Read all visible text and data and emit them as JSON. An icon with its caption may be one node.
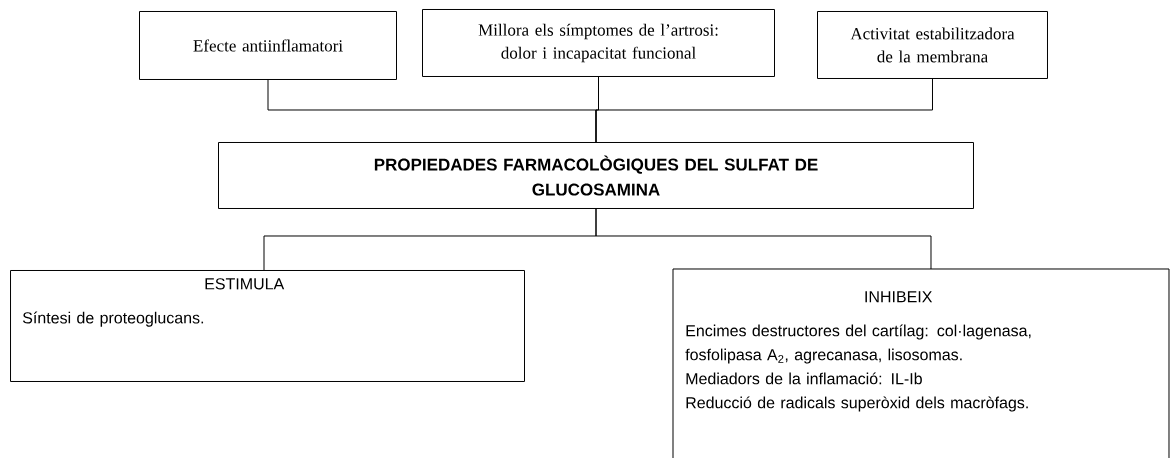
{
  "diagram": {
    "nodes": [
      {
        "text": [
          "Efecte antiinflamatori"
        ]
      },
      {
        "text": [
          "Millora els símptomes de l’artrosi: dolor i incapacitat funcional"
        ]
      },
      {
        "text": [
          "Activitat estabilitzadora de la membrana"
        ]
      },
      {
        "text": [
          "PROPIEDADES FARMACOLÒGIQUES DEL SULFAT DE GLUCOSAMINA"
        ]
      },
      {
        "text": [
          "ESTIMULA",
          "Síntesi de proteoglucans."
        ]
      },
      {
        "text": [
          "INHIBEIX",
          "Encimes destructores del cartílag: col·lagenasa, fosfolipasa A$_{2}$, agrecanasa, lisosomas.",
          "Mediadors de la inflamació: IL-Ib",
          "Reducció de radicals superòxid dels macròfags."
        ]
      }
    ],
    "edges": [
      {
        "from": 0,
        "to": 3,
        "arrow": "none"
      },
      {
        "from": 1,
        "to": 3,
        "arrow": "none"
      },
      {
        "from": 2,
        "to": 3,
        "arrow": "none"
      },
      {
        "from": 3,
        "to": 4,
        "arrow": "none"
      },
      {
        "from": 3,
        "to": 5,
        "arrow": "none"
      }
    ]
  }
}
